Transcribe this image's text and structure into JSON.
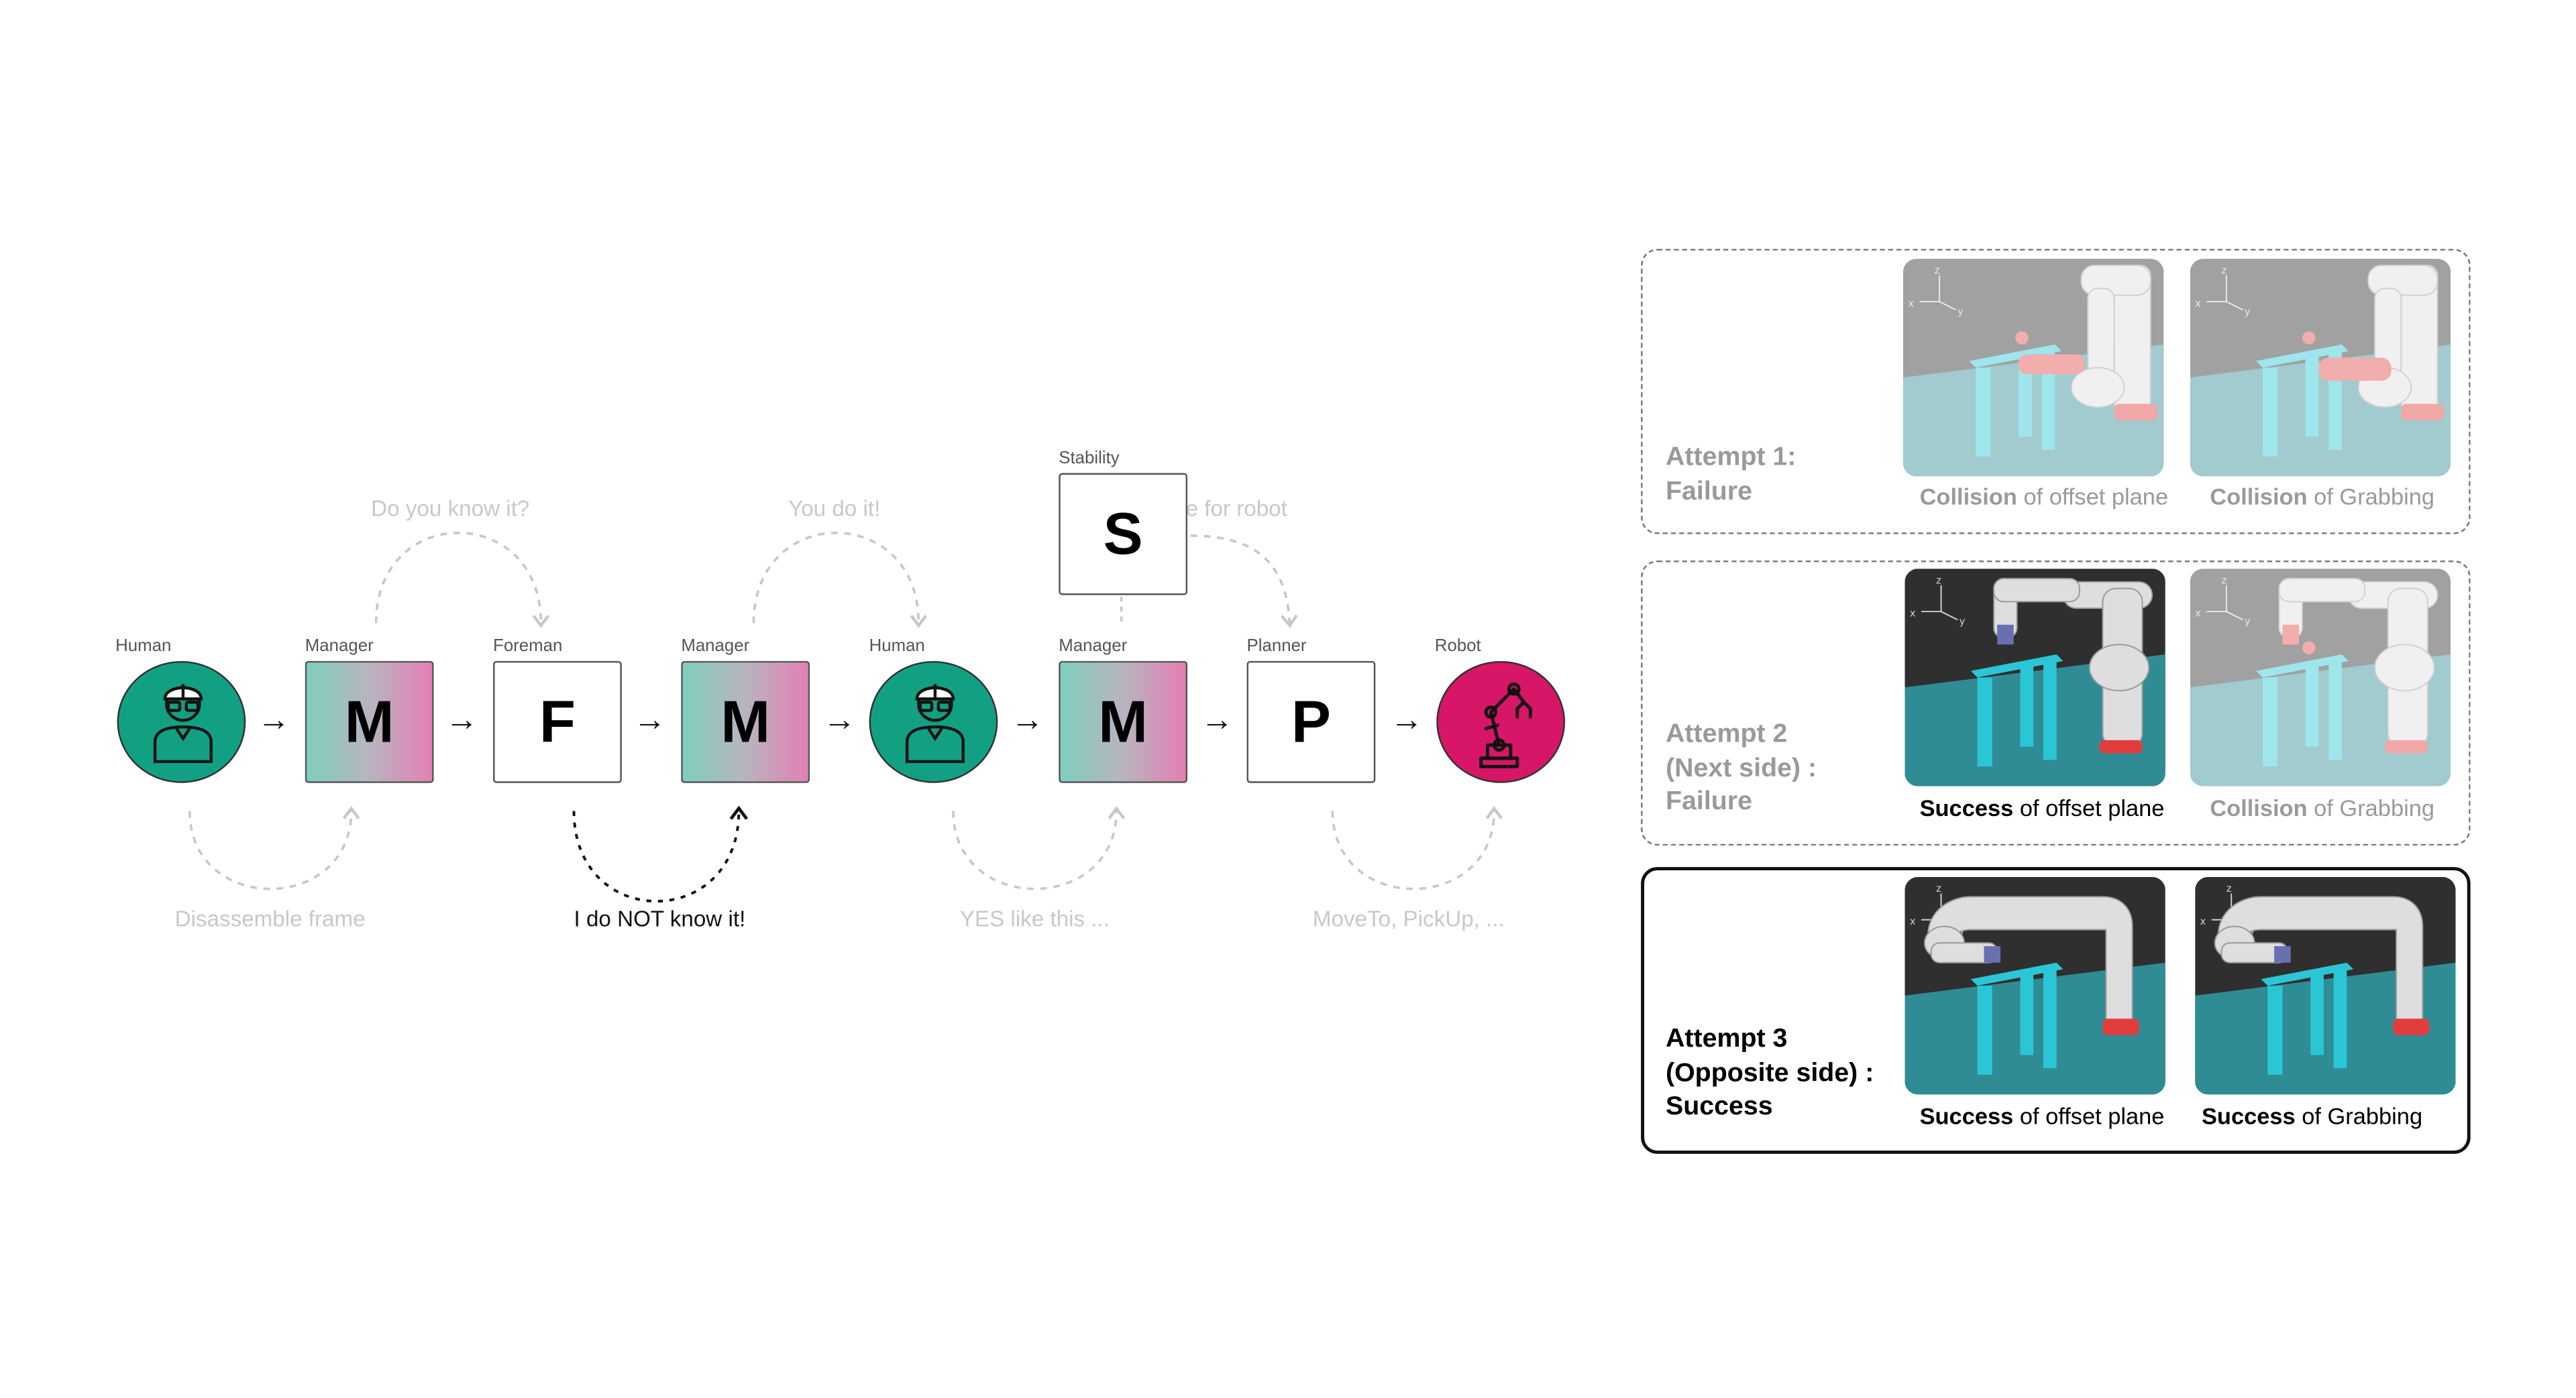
{
  "flow": {
    "nodes": [
      {
        "role": "Human",
        "letter": ""
      },
      {
        "role": "Manager",
        "letter": "M"
      },
      {
        "role": "Foreman",
        "letter": "F"
      },
      {
        "role": "Manager",
        "letter": "M"
      },
      {
        "role": "Human",
        "letter": ""
      },
      {
        "role": "Manager",
        "letter": "M"
      },
      {
        "role": "Planner",
        "letter": "P"
      },
      {
        "role": "Robot",
        "letter": ""
      }
    ],
    "stability": {
      "role": "Stability",
      "letter": "S"
    },
    "arrow_glyph": "→",
    "messages": {
      "do_you_know": "Do you know it?",
      "you_do_it": "You do it!",
      "for_robot": "e for robot",
      "disassemble": "Disassemble frame",
      "not_know": "I do NOT know it!",
      "yes_like": "YES like this ...",
      "moveto": "MoveTo, PickUp, ..."
    }
  },
  "colors": {
    "human": "#12a083",
    "robot": "#d81668",
    "manager_gradient": [
      "#7fcfbe",
      "#e47fb3"
    ],
    "floor": "#2f8c95",
    "pillar": "#2bc6d6",
    "background_dark": "#2f2f2f"
  },
  "attempts": [
    {
      "title_lines": [
        "Attempt 1:",
        "Failure"
      ],
      "captions": [
        {
          "bold": "Collision",
          "rest": " of offset plane"
        },
        {
          "bold": "Collision",
          "rest": " of Grabbing"
        }
      ]
    },
    {
      "title_lines": [
        "Attempt 2",
        "(Next side) :",
        "Failure"
      ],
      "captions": [
        {
          "bold": "Success",
          "rest": " of offset plane"
        },
        {
          "bold": "Collision",
          "rest": " of Grabbing"
        }
      ]
    },
    {
      "title_lines": [
        "Attempt 3",
        "(Opposite side) :",
        "Success"
      ],
      "captions": [
        {
          "bold": "Success",
          "rest": " of offset plane"
        },
        {
          "bold": "Success",
          "rest": " of Grabbing"
        }
      ]
    }
  ],
  "axes_labels": {
    "z": "z",
    "x": "x",
    "y": "y"
  }
}
